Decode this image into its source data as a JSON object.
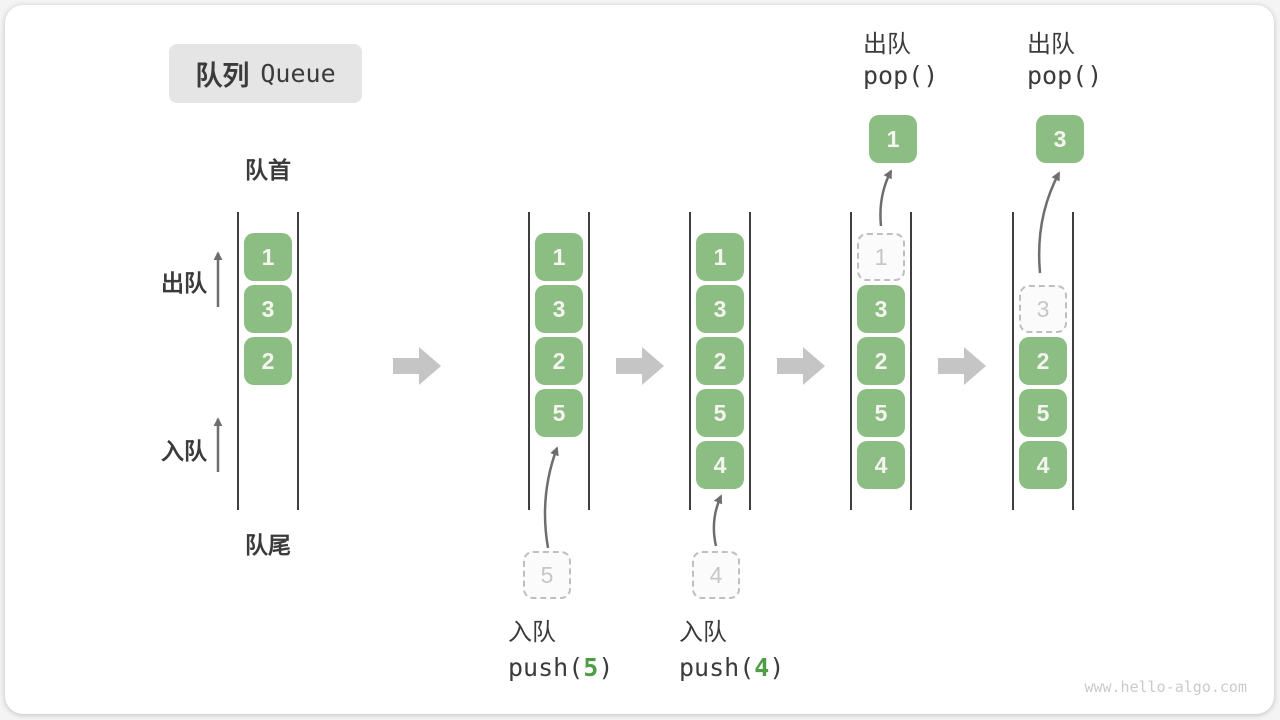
{
  "title": {
    "zh": "队列",
    "en": "Queue"
  },
  "labels": {
    "front": "队首",
    "rear": "队尾",
    "dequeue": "出队",
    "enqueue": "入队"
  },
  "watermark": "www.hello-algo.com",
  "colors": {
    "box_green": "#8cbe84",
    "box_text": "#f5f5f0",
    "arg_green": "#4d9d44",
    "ghost_border": "#bfbfbf",
    "ghost_text": "#c6c6c6",
    "wall": "#3e3e3e",
    "thin_arrow": "#6e6e6e",
    "block_arrow": "#c5c5c5",
    "badge_bg": "#e5e5e5",
    "text": "#3b3b3b",
    "watermark": "#cacaca"
  },
  "columns": [
    {
      "boxes": [
        {
          "slot": 0,
          "value": "1",
          "kind": "filled"
        },
        {
          "slot": 1,
          "value": "3",
          "kind": "filled"
        },
        {
          "slot": 2,
          "value": "2",
          "kind": "filled"
        }
      ]
    },
    {
      "boxes": [
        {
          "slot": 0,
          "value": "1",
          "kind": "filled"
        },
        {
          "slot": 1,
          "value": "3",
          "kind": "filled"
        },
        {
          "slot": 2,
          "value": "2",
          "kind": "filled"
        },
        {
          "slot": 3,
          "value": "5",
          "kind": "filled"
        }
      ],
      "incoming": "5",
      "op": {
        "label": "入队",
        "fn": "push(",
        "arg": "5",
        "close": ")"
      }
    },
    {
      "boxes": [
        {
          "slot": 0,
          "value": "1",
          "kind": "filled"
        },
        {
          "slot": 1,
          "value": "3",
          "kind": "filled"
        },
        {
          "slot": 2,
          "value": "2",
          "kind": "filled"
        },
        {
          "slot": 3,
          "value": "5",
          "kind": "filled"
        },
        {
          "slot": 4,
          "value": "4",
          "kind": "filled"
        }
      ],
      "incoming": "4",
      "op": {
        "label": "入队",
        "fn": "push(",
        "arg": "4",
        "close": ")"
      }
    },
    {
      "boxes": [
        {
          "slot": 0,
          "value": "1",
          "kind": "ghost"
        },
        {
          "slot": 1,
          "value": "3",
          "kind": "filled"
        },
        {
          "slot": 2,
          "value": "2",
          "kind": "filled"
        },
        {
          "slot": 3,
          "value": "5",
          "kind": "filled"
        },
        {
          "slot": 4,
          "value": "4",
          "kind": "filled"
        }
      ],
      "outgoing": "1",
      "op": {
        "label": "出队",
        "fn": "pop(",
        "arg": "",
        "close": ")"
      }
    },
    {
      "boxes": [
        {
          "slot": 1,
          "value": "3",
          "kind": "ghost"
        },
        {
          "slot": 2,
          "value": "2",
          "kind": "filled"
        },
        {
          "slot": 3,
          "value": "5",
          "kind": "filled"
        },
        {
          "slot": 4,
          "value": "4",
          "kind": "filled"
        }
      ],
      "outgoing": "3",
      "op": {
        "label": "出队",
        "fn": "pop(",
        "arg": "",
        "close": ")"
      }
    }
  ]
}
